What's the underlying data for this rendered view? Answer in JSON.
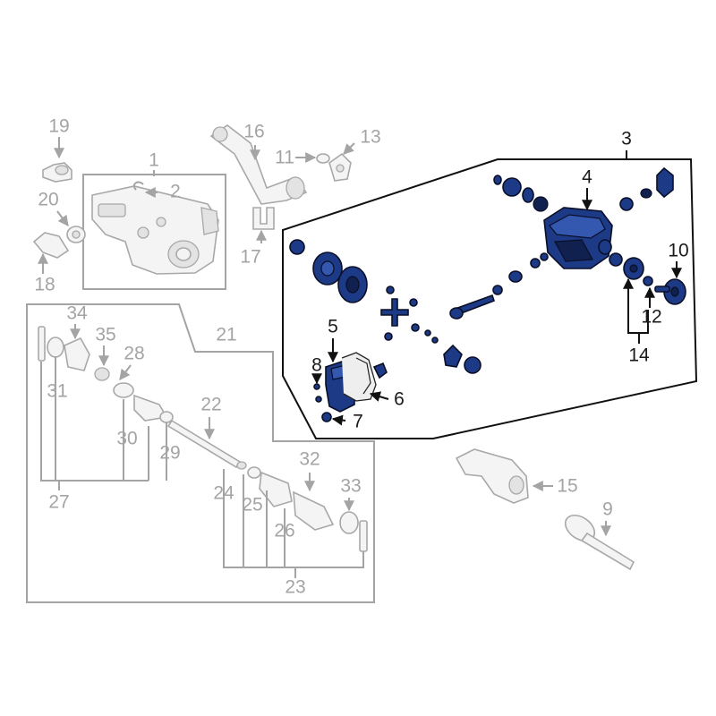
{
  "callouts": {
    "n1": "1",
    "n2": "2",
    "n3": "3",
    "n4": "4",
    "n5": "5",
    "n6": "6",
    "n7": "7",
    "n8": "8",
    "n9": "9",
    "n10": "10",
    "n12": "12",
    "n13": "13",
    "n14": "14",
    "n15": "15",
    "n16": "16",
    "n17": "17",
    "n18": "18",
    "n19": "19",
    "n20": "20",
    "n21": "21",
    "n22": "22",
    "n23": "23",
    "n24": "24",
    "n25": "25",
    "n26": "26",
    "n27": "27",
    "n28": "28",
    "n29": "29",
    "n30": "30",
    "n31": "31",
    "n32": "32",
    "n33": "33",
    "n34": "34",
    "n35": "35",
    "n11": "11"
  },
  "colors": {
    "highlight_part": "#1c3a86",
    "dim_part": "#a4a4a4",
    "active_line": "#111111"
  }
}
